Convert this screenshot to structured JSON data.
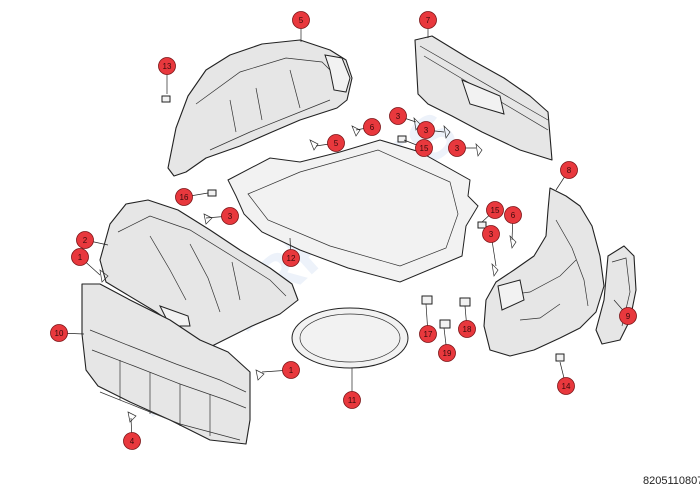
{
  "diagram": {
    "reference_code": "8205110807",
    "watermark": "HYPERPARTS",
    "colors": {
      "callout_fill": "#e8383d",
      "callout_stroke": "#7a1215",
      "line": "#222222",
      "part_fill": "#e6e6e6"
    },
    "callouts": [
      {
        "label": "1"
      },
      {
        "label": "1"
      },
      {
        "label": "2"
      },
      {
        "label": "3"
      },
      {
        "label": "3"
      },
      {
        "label": "3"
      },
      {
        "label": "3"
      },
      {
        "label": "3"
      },
      {
        "label": "4"
      },
      {
        "label": "5"
      },
      {
        "label": "5"
      },
      {
        "label": "6"
      },
      {
        "label": "6"
      },
      {
        "label": "7"
      },
      {
        "label": "8"
      },
      {
        "label": "9"
      },
      {
        "label": "10"
      },
      {
        "label": "11"
      },
      {
        "label": "12"
      },
      {
        "label": "13"
      },
      {
        "label": "14"
      },
      {
        "label": "15"
      },
      {
        "label": "15"
      },
      {
        "label": "16"
      },
      {
        "label": "17"
      },
      {
        "label": "18"
      },
      {
        "label": "19"
      }
    ]
  }
}
